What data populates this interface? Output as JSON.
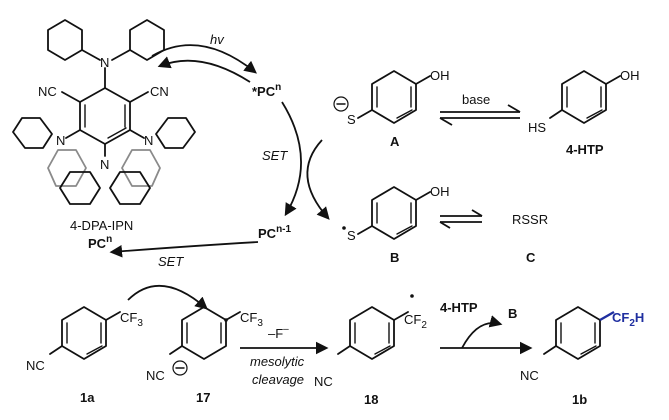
{
  "photocatalyst": {
    "name": "4-DPA-IPN",
    "state_label": "PC",
    "state_sup": "n",
    "excited_label": "*PC",
    "excited_sup": "n",
    "reduced_label": "PC",
    "reduced_sup": "n-1",
    "cn_left": "NC",
    "cn_right": "CN",
    "amine_atom": "N"
  },
  "arrows": {
    "excitation": "hv",
    "set_upper": "SET",
    "set_lower": "SET",
    "equilibrium": "base",
    "fluoride_loss": "–F",
    "fluoride_sup": "–",
    "mesolytic_1": "mesolytic",
    "mesolytic_2": "cleavage",
    "hat_reagent": "4-HTP",
    "hat_product": "B"
  },
  "compounds": {
    "A": {
      "label": "A",
      "oh": "OH",
      "s": "S"
    },
    "htp": {
      "label": "4-HTP",
      "oh": "OH",
      "hs": "HS"
    },
    "B": {
      "label": "B",
      "oh": "OH",
      "s": "S"
    },
    "C": {
      "label": "C",
      "formula": "RSSR"
    },
    "c1a": {
      "label": "1a",
      "nc": "NC",
      "cf3": "CF",
      "cf3_sub": "3"
    },
    "c17": {
      "label": "17",
      "nc": "NC",
      "cf3": "CF",
      "cf3_sub": "3"
    },
    "c18": {
      "label": "18",
      "nc": "NC",
      "cf2": "CF",
      "cf2_sub": "2"
    },
    "c1b": {
      "label": "1b",
      "nc": "NC",
      "cf2h": "CF",
      "cf2h_sub": "2",
      "cf2h_h": "H"
    }
  },
  "colors": {
    "product_highlight": "#1f2fa0"
  }
}
